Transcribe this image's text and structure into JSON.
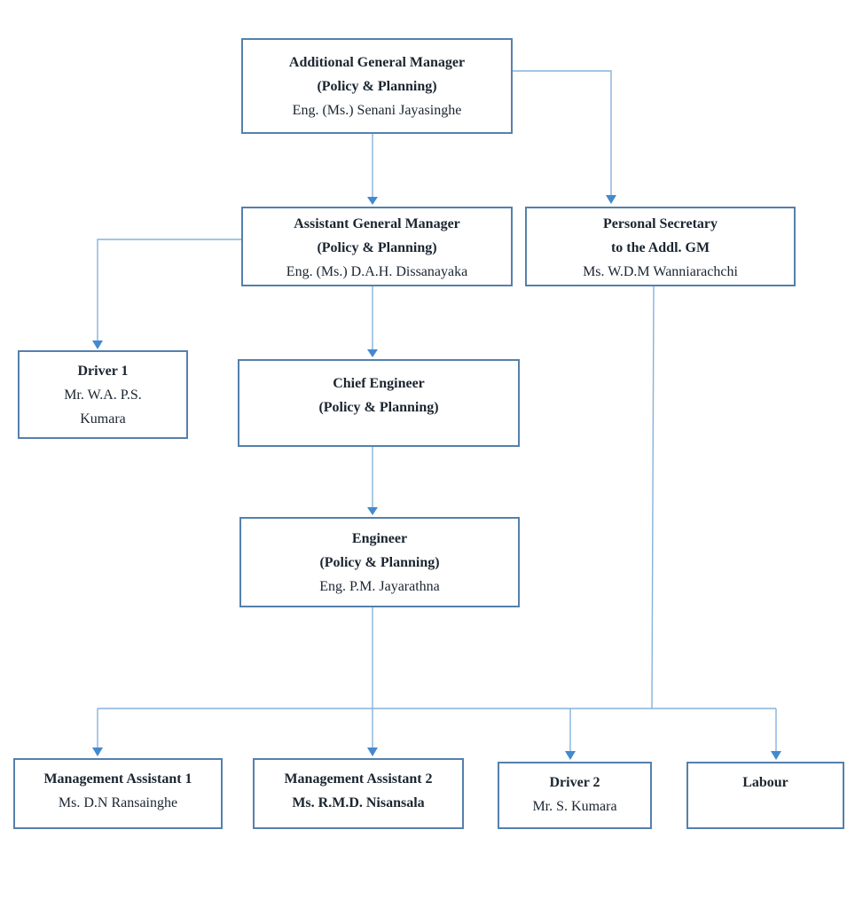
{
  "theme": {
    "border_color": "#5580AC",
    "line_color": "#85B2DC",
    "arrow_color": "#4489CE",
    "text_color": "#1B2530",
    "background": "#FFFFFF"
  },
  "nodes": {
    "additional_general_manager": {
      "line1": "Additional General Manager",
      "line2": "(Policy & Planning)",
      "line3": "Eng. (Ms.) Senani Jayasinghe"
    },
    "assistant_general_manager": {
      "line1": "Assistant General Manager",
      "line2": "(Policy & Planning)",
      "line3": "Eng. (Ms.) D.A.H. Dissanayaka"
    },
    "personal_secretary": {
      "line1": "Personal Secretary",
      "line2": "to the Addl. GM",
      "line3": "Ms. W.D.M Wanniarachchi"
    },
    "driver_1": {
      "line1": "Driver 1",
      "line2": "Mr. W.A. P.S.",
      "line3": "Kumara"
    },
    "chief_engineer": {
      "line1": "Chief Engineer",
      "line2": "(Policy & Planning)"
    },
    "engineer": {
      "line1": "Engineer",
      "line2": "(Policy & Planning)",
      "line3": "Eng. P.M. Jayarathna"
    },
    "management_assistant_1": {
      "line1": "Management Assistant 1",
      "line2": "Ms. D.N Ransainghe"
    },
    "management_assistant_2": {
      "line1": "Management Assistant 2",
      "line2": "Ms. R.M.D. Nisansala"
    },
    "driver_2": {
      "line1": "Driver 2",
      "line2": "Mr. S. Kumara"
    },
    "labour": {
      "line1": "Labour"
    }
  },
  "edges": [
    {
      "from": "additional_general_manager",
      "to": "assistant_general_manager"
    },
    {
      "from": "additional_general_manager",
      "to": "personal_secretary"
    },
    {
      "from": "assistant_general_manager",
      "to": "driver_1"
    },
    {
      "from": "assistant_general_manager",
      "to": "chief_engineer"
    },
    {
      "from": "chief_engineer",
      "to": "engineer"
    },
    {
      "from": "engineer",
      "to": "management_assistant_1"
    },
    {
      "from": "engineer",
      "to": "management_assistant_2"
    },
    {
      "from": "engineer",
      "to": "driver_2"
    },
    {
      "from": "engineer",
      "to": "labour"
    },
    {
      "from": "personal_secretary",
      "to": "bottom_row_bus"
    }
  ]
}
